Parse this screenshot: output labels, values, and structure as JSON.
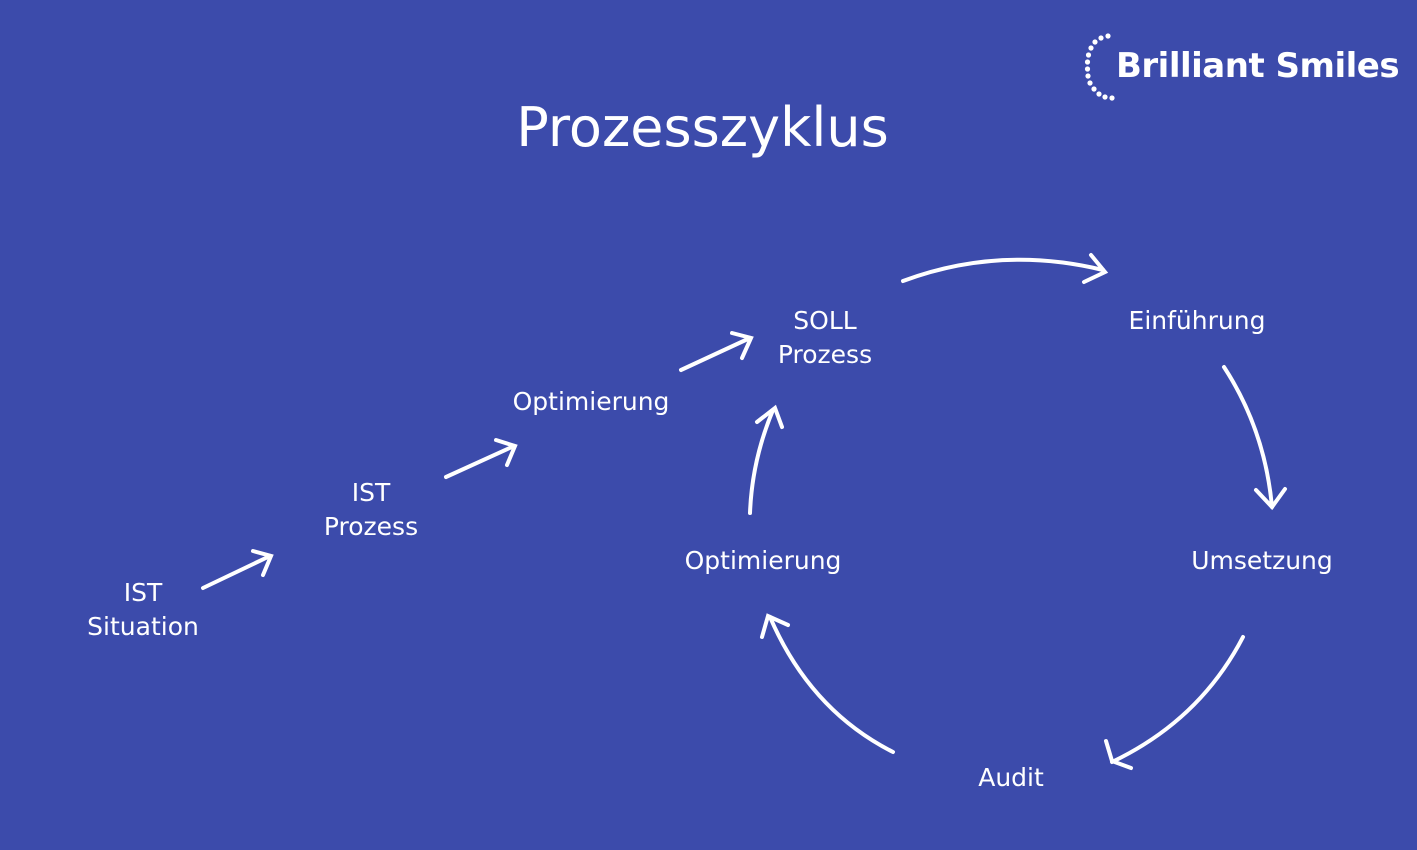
{
  "title": "Prozesszyklus",
  "logo": {
    "text": "Brilliant Smiles",
    "icon": "dotted-arc-icon"
  },
  "colors": {
    "background": "#3C4BAB",
    "foreground": "#FFFFFF"
  },
  "nodes": [
    {
      "id": "ist-situation",
      "lines": [
        "IST",
        "Situation"
      ]
    },
    {
      "id": "ist-prozess",
      "lines": [
        "IST",
        "Prozess"
      ]
    },
    {
      "id": "optimierung-1",
      "lines": [
        "Optimierung"
      ]
    },
    {
      "id": "soll-prozess",
      "lines": [
        "SOLL",
        "Prozess"
      ]
    },
    {
      "id": "einfuehrung",
      "lines": [
        "Einführung"
      ]
    },
    {
      "id": "umsetzung",
      "lines": [
        "Umsetzung"
      ]
    },
    {
      "id": "audit",
      "lines": [
        "Audit"
      ]
    },
    {
      "id": "optimierung-2",
      "lines": [
        "Optimierung"
      ]
    }
  ],
  "edges": [
    {
      "from": "ist-situation",
      "to": "ist-prozess"
    },
    {
      "from": "ist-prozess",
      "to": "optimierung-1"
    },
    {
      "from": "optimierung-1",
      "to": "soll-prozess"
    },
    {
      "from": "soll-prozess",
      "to": "einfuehrung"
    },
    {
      "from": "einfuehrung",
      "to": "umsetzung"
    },
    {
      "from": "umsetzung",
      "to": "audit"
    },
    {
      "from": "audit",
      "to": "optimierung-2"
    },
    {
      "from": "optimierung-2",
      "to": "soll-prozess"
    }
  ]
}
